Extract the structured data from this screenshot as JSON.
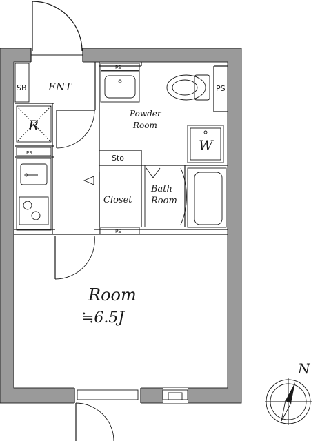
{
  "rooms": {
    "sb": "SB",
    "ent": "ENT",
    "refrigerator": "R",
    "powder_room_line1": "Powder",
    "powder_room_line2": "Room",
    "washer": "W",
    "sto": "Sto",
    "closet": "Closet",
    "bath_line1": "Bath",
    "bath_line2": "Room",
    "main_room": "Room",
    "main_room_size": "≒6.5J"
  },
  "ps_labels": [
    "PS",
    "PS",
    "PS",
    "PS"
  ],
  "compass": {
    "north": "N"
  }
}
